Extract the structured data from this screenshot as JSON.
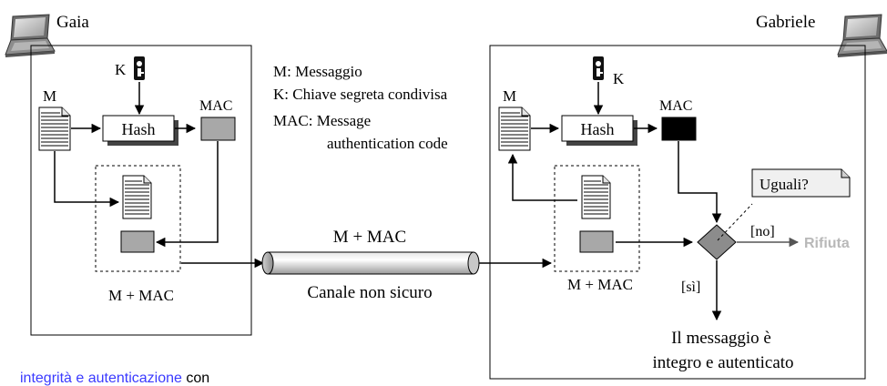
{
  "sender": {
    "name": "Gaia"
  },
  "receiver": {
    "name": "Gabriele"
  },
  "sender_panel": {
    "message_label": "M",
    "key_label": "K",
    "hash_label": "Hash",
    "mac_label": "MAC",
    "bundle_label": "M + MAC"
  },
  "receiver_panel": {
    "message_label": "M",
    "key_label": "K",
    "hash_label": "Hash",
    "mac_label": "MAC",
    "bundle_label": "M + MAC",
    "compare_label": "Uguali?",
    "no_label": "[no]",
    "yes_label": "[sì]",
    "reject_label": "Rifiuta",
    "result_line1": "Il messaggio è",
    "result_line2": "integro e autenticato"
  },
  "legend": {
    "line1": "M: Messaggio",
    "line2": "K: Chiave segreta condivisa",
    "line3": "MAC: Message",
    "line4": "authentication code"
  },
  "channel": {
    "top_label": "M + MAC",
    "bottom_label": "Canale non sicuro"
  },
  "footer": {
    "link_text": "integrità e autenticazione",
    "rest_text": " con"
  },
  "colors": {
    "mac_sender": "#a8a8a8",
    "mac_receiver": "#000000",
    "reject": "#b8b8b8",
    "link": "#3a3aff"
  }
}
